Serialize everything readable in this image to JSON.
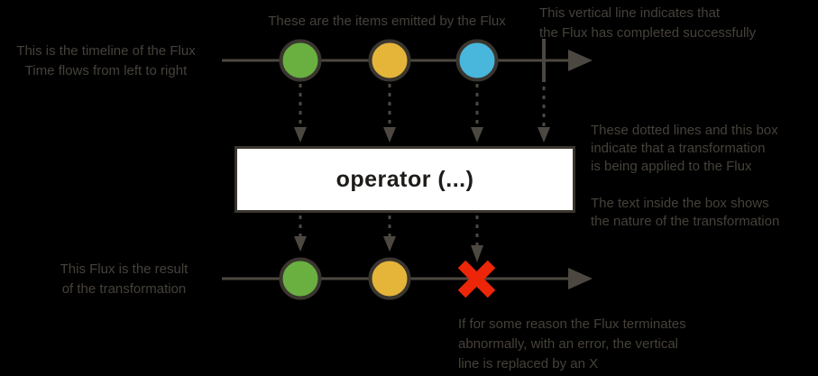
{
  "diagram": {
    "operator": {
      "label": "operator (...)"
    },
    "annotations": {
      "timeline": {
        "line1": "This is the timeline of the Flux",
        "line2": "Time flows from left to right"
      },
      "items": {
        "line1": "These are the items emitted by the Flux"
      },
      "complete": {
        "line1": "This vertical line indicates that",
        "line2": "the Flux has completed successfully"
      },
      "transform": {
        "line1": "These dotted lines and this box",
        "line2": "indicate that a transformation",
        "line3": "is being applied to the Flux"
      },
      "box_text": {
        "line1": "The text inside the box shows",
        "line2": "the nature of the transformation"
      },
      "result": {
        "line1": "This Flux is the result",
        "line2": "of the transformation"
      },
      "error": {
        "line1": "If for some reason the Flux terminates",
        "line2": "abnormally, with an error, the vertical",
        "line3": "line is replaced by an X"
      }
    },
    "marbles": {
      "source_sequence": [
        "green",
        "yellow",
        "blue"
      ],
      "result_sequence": [
        "green",
        "yellow",
        "error"
      ]
    },
    "colors": {
      "background": "#000000",
      "annotation_text": "#46413a",
      "line_gray": "#4c4841",
      "shape_stroke": "#3a362f",
      "marble_green": "#69b041",
      "marble_yellow": "#e5b53a",
      "marble_blue": "#49b7dc",
      "error_red": "#ed2609",
      "operator_box_fill": "#ffffff",
      "operator_text": "#1e1c19"
    }
  }
}
